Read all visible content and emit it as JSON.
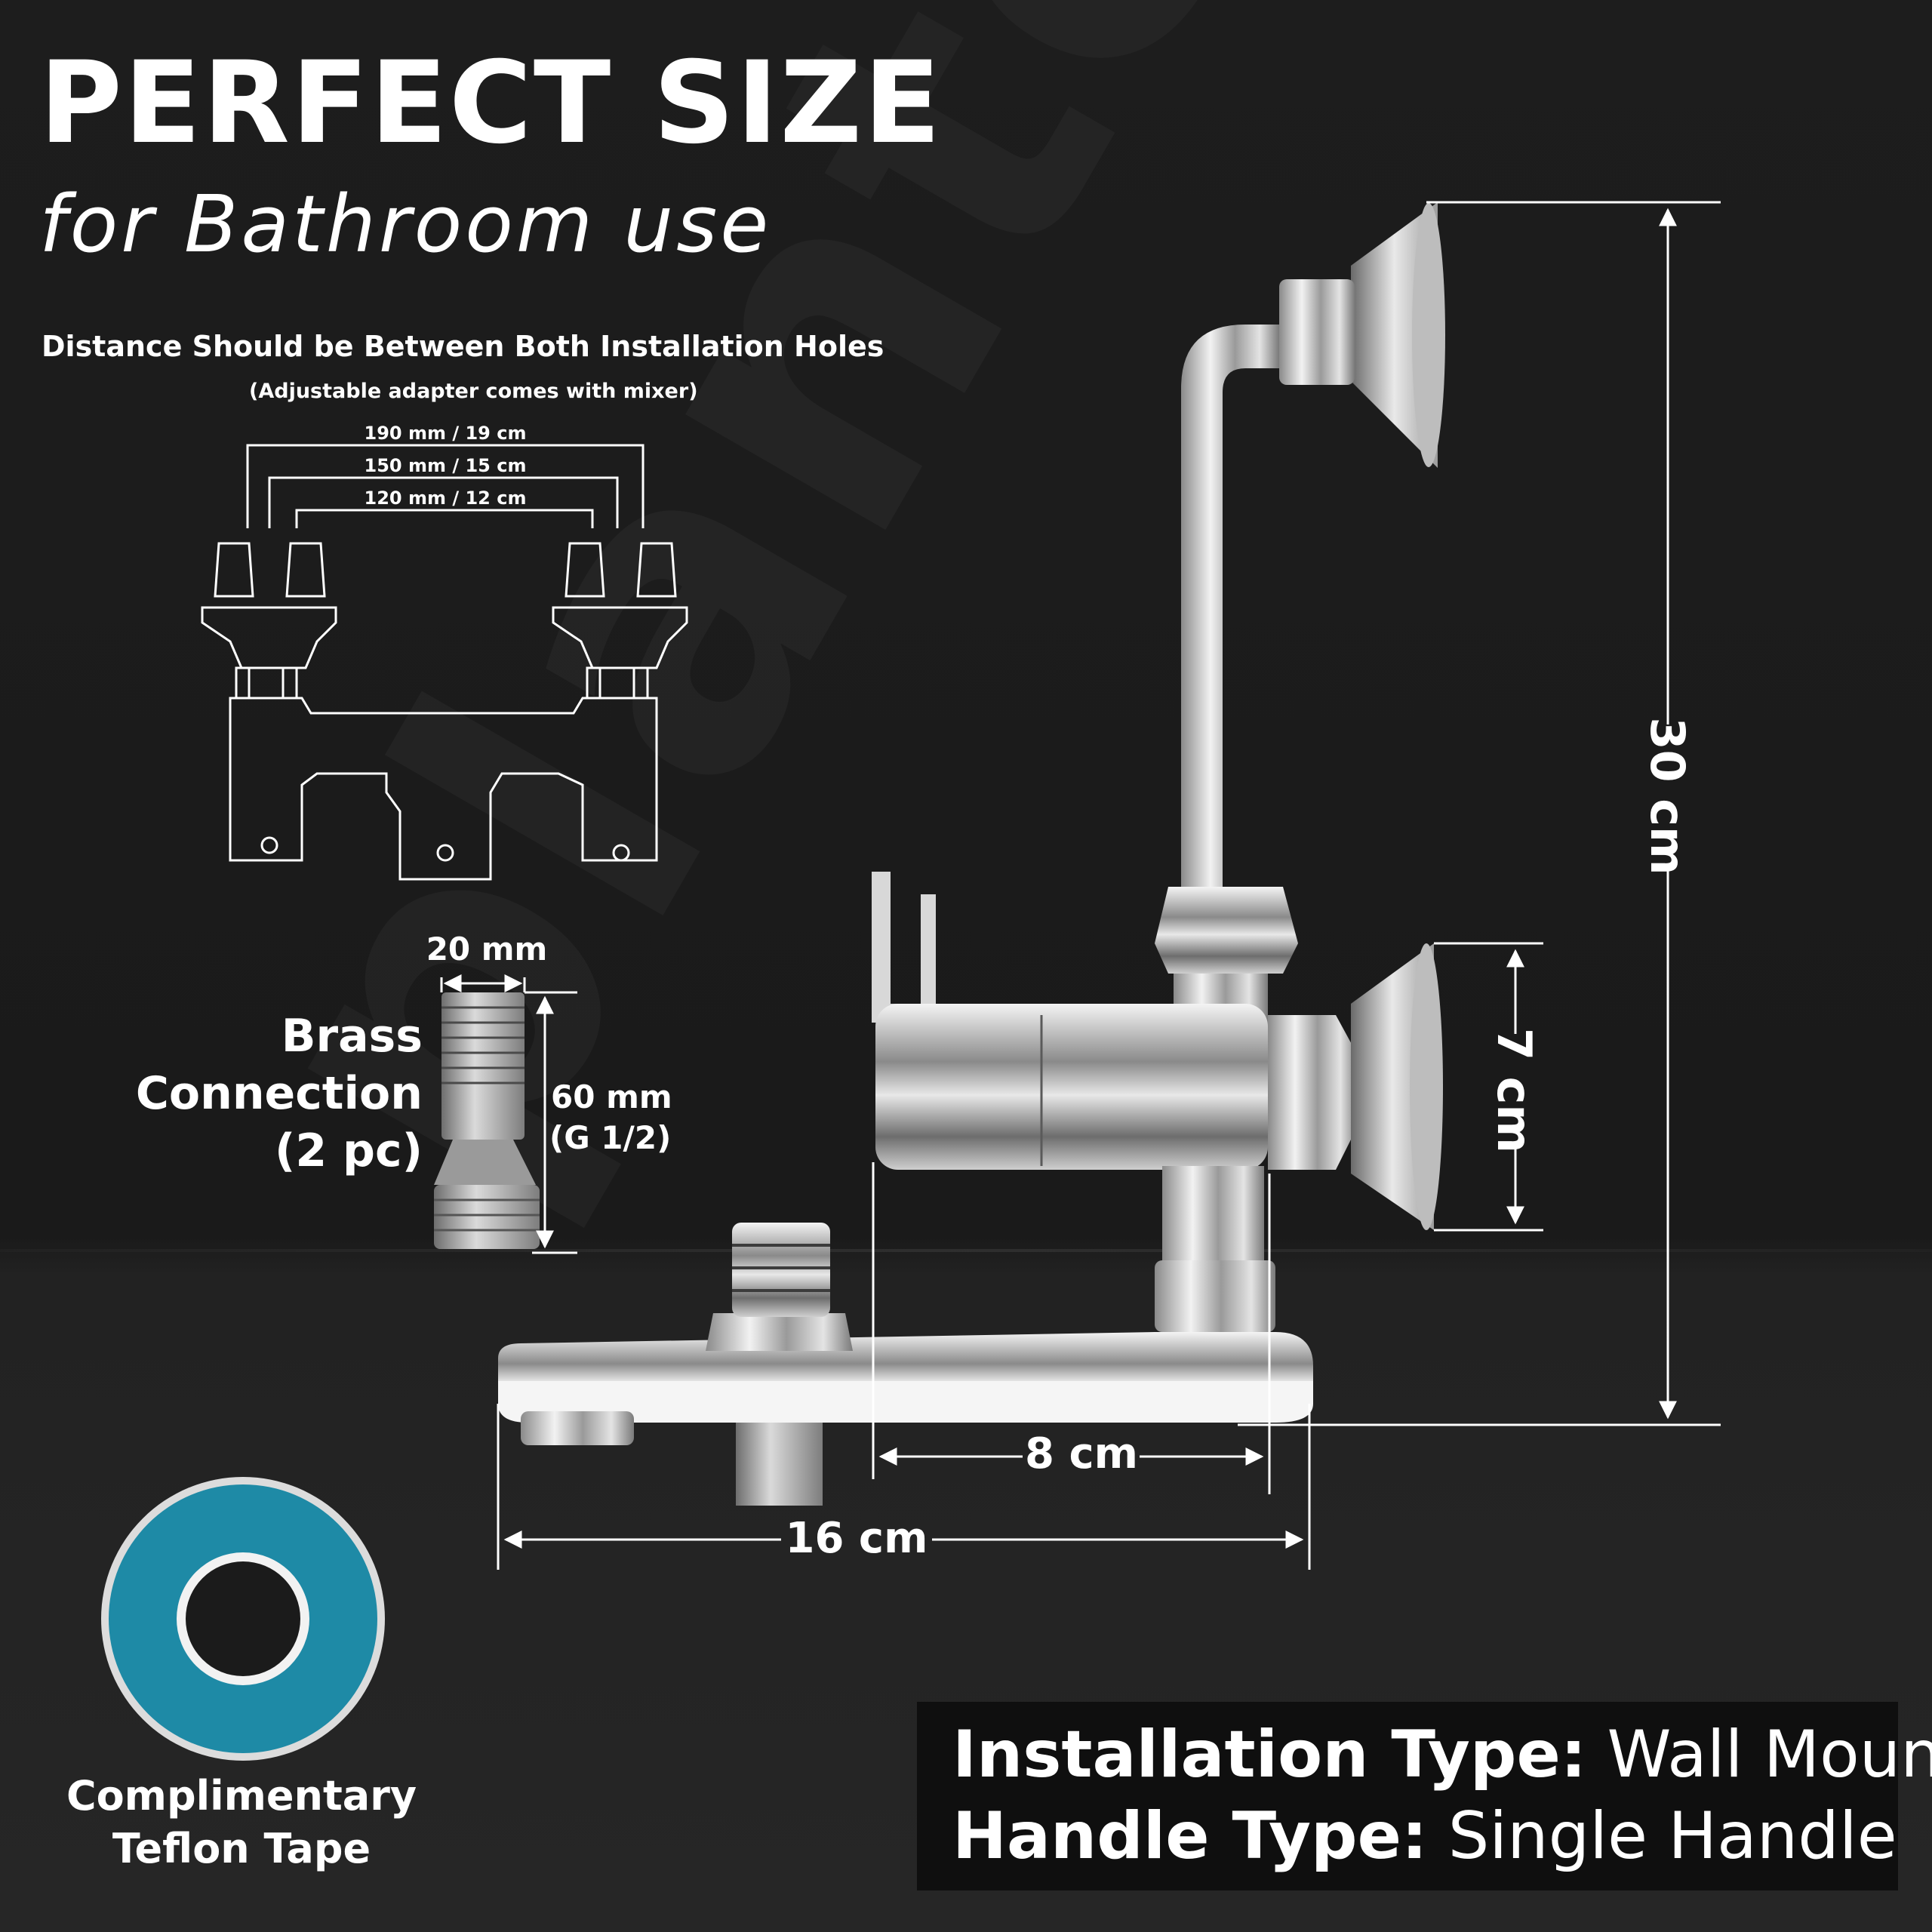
{
  "header": {
    "title": "PERFECT SIZE",
    "subtitle": "for Bathroom use"
  },
  "installation_holes": {
    "heading": "Distance Should be Between Both Installation Holes",
    "note": "(Adjustable adapter comes with mixer)",
    "distances": [
      "190 mm / 19 cm",
      "150 mm / 15 cm",
      "120 mm / 12 cm"
    ]
  },
  "brass_connection": {
    "label_line1": "Brass Connection",
    "label_line2": "(2 pc)",
    "width": "20 mm",
    "length": "60 mm",
    "thread": "(G 1/2)"
  },
  "product_dimensions": {
    "height": "30 cm",
    "wall_plate": "7 cm",
    "body_depth": "8 cm",
    "total_depth": "16 cm"
  },
  "teflon_tape": {
    "label_line1": "Complimentary",
    "label_line2": "Teflon Tape",
    "color": "#1e8aa6"
  },
  "specs": {
    "installation_key": "Installation Type:",
    "installation_value": "Wall Mount",
    "handle_key": "Handle Type:",
    "handle_value": "Single Handle"
  },
  "watermark": "plantex",
  "colors": {
    "background": "#1b1b1b",
    "text": "#ffffff",
    "chrome": "#c9c9c9"
  }
}
